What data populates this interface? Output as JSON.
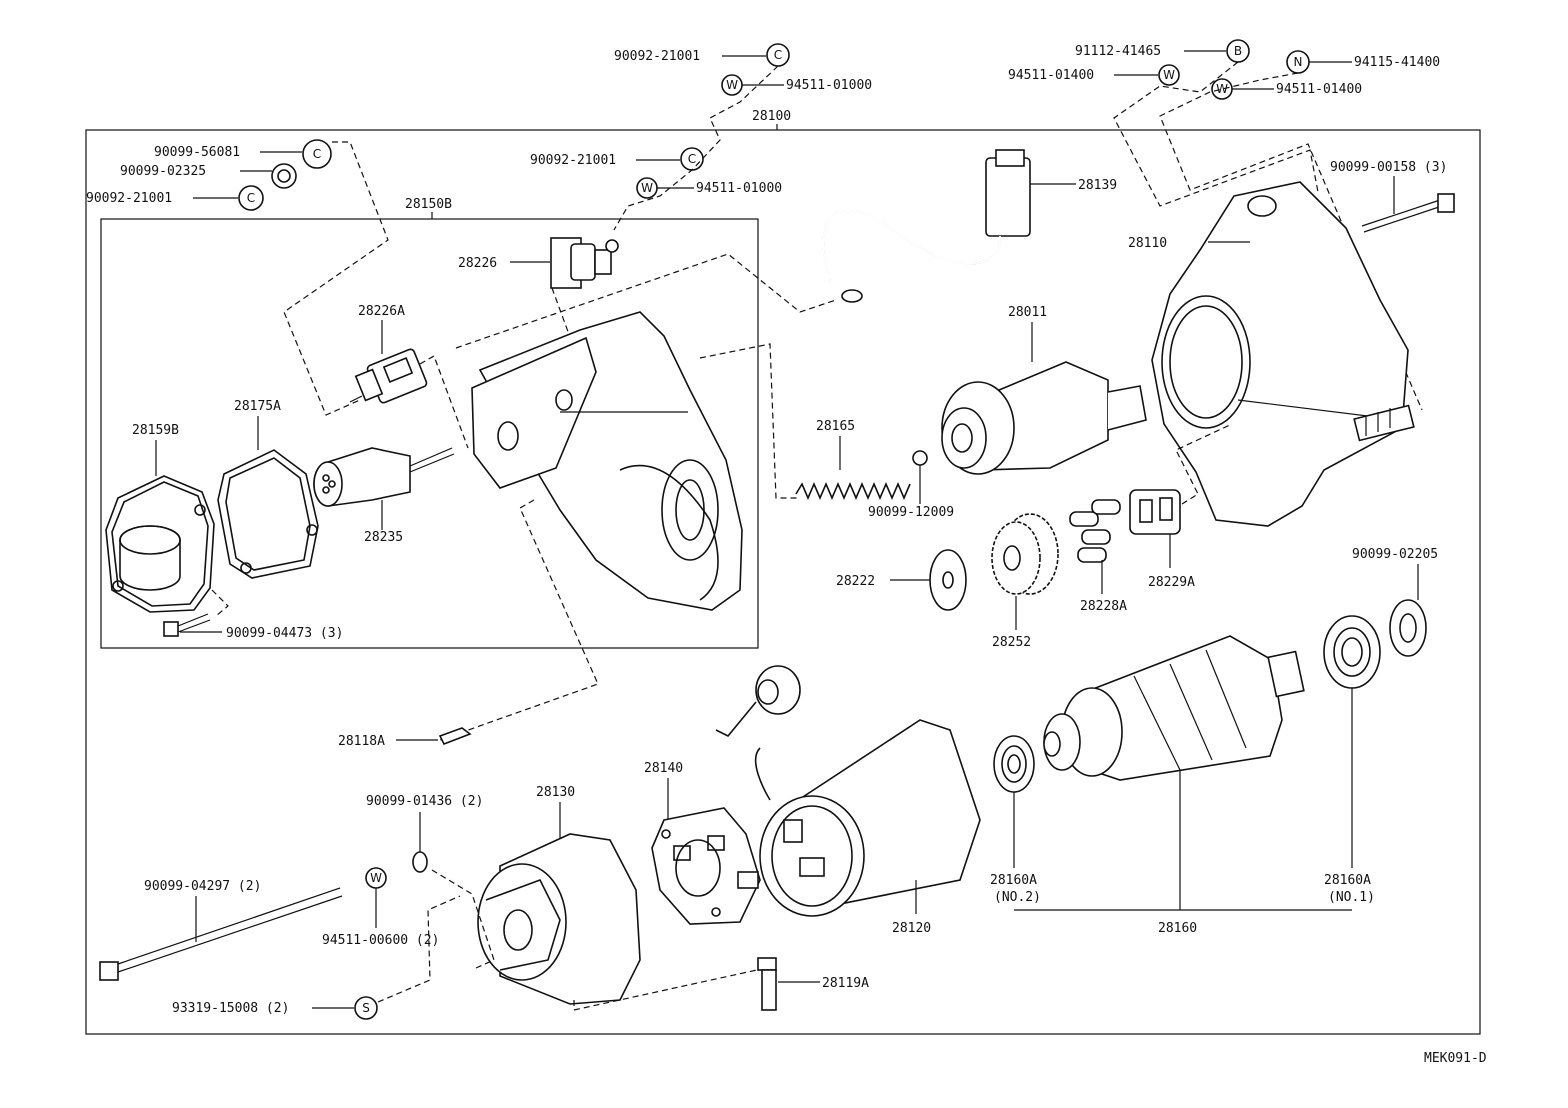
{
  "diagram": {
    "drawing_code": "MEK091-D",
    "assembly_number": "28100",
    "sub_assembly_number": "28150B",
    "callouts": {
      "c_top_1": "90092-21001",
      "w_top_1": "94511-01000",
      "c_top_2": "90092-21001",
      "w_top_2": "94511-01000",
      "c_left_1": "90099-56081",
      "c_left_2": "90099-02325",
      "c_left_3": "90092-21001",
      "b_top": "91112-41465",
      "w_top_r1": "94511-01400",
      "n_top": "94115-41400",
      "w_top_r2": "94511-01400",
      "p28226": "28226",
      "p28226a": "28226A",
      "p28175a": "28175A",
      "p28159b": "28159B",
      "p28235": "28235",
      "p90099_04473": "90099-04473 (3)",
      "p28139": "28139",
      "p90099_00158": "90099-00158 (3)",
      "p28110": "28110",
      "p28011": "28011",
      "p28165": "28165",
      "p90099_12009": "90099-12009",
      "p28222": "28222",
      "p28252": "28252",
      "p28228a": "28228A",
      "p28229a": "28229A",
      "p90099_02205": "90099-02205",
      "p28118a": "28118A",
      "p90099_01436": "90099-01436 (2)",
      "p28130": "28130",
      "p28140": "28140",
      "p90099_04297": "90099-04297 (2)",
      "p94511_00600": "94511-00600 (2)",
      "p93319_15008": "93319-15008 (2)",
      "p28119a": "28119A",
      "p28120": "28120",
      "p28160a_no2": "28160A",
      "p28160a_no2_sub": "(NO.2)",
      "p28160a_no1": "28160A",
      "p28160a_no1_sub": "(NO.1)",
      "p28160": "28160"
    },
    "symbols": {
      "c": "C",
      "w": "W",
      "b": "B",
      "n": "N",
      "s": "S"
    }
  }
}
